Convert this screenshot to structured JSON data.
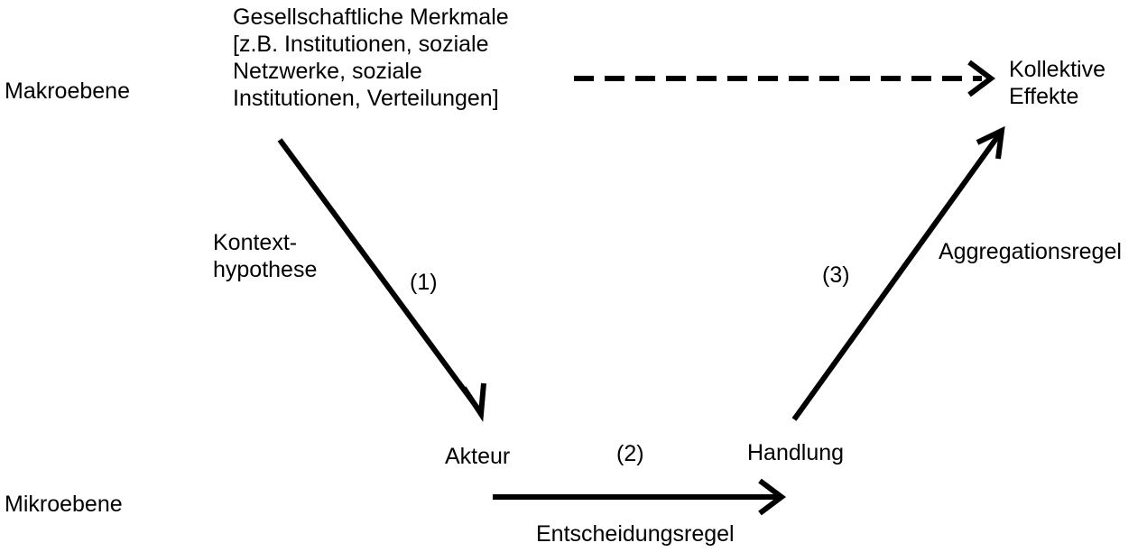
{
  "levels": {
    "macro": "Makroebene",
    "micro": "Mikroebene"
  },
  "nodes": {
    "societal_features": [
      "Gesellschaftliche Merkmale",
      "[z.B.  Institutionen, soziale",
      "Netzwerke, soziale",
      "Institutionen, Verteilungen]"
    ],
    "collective_effects": [
      "Kollektive",
      "Effekte"
    ],
    "actor": "Akteur",
    "action": "Handlung"
  },
  "edges": {
    "context": {
      "label": [
        "Kontext-",
        "hypothese"
      ],
      "number": "(1)"
    },
    "decision": {
      "label": "Entscheidungsregel",
      "number": "(2)"
    },
    "aggregation": {
      "label": "Aggregationsregel",
      "number": "(3)"
    }
  },
  "colors": {
    "ink": "#000000",
    "background": "#ffffff"
  }
}
